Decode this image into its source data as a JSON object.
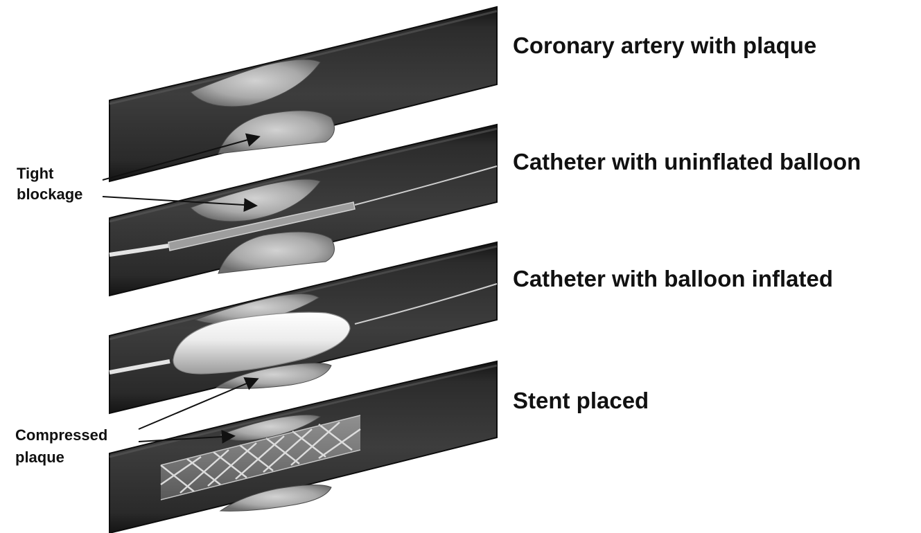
{
  "stages": [
    {
      "id": "plaque",
      "label": "Coronary artery with plaque"
    },
    {
      "id": "uninflated",
      "label": "Catheter with uninflated balloon"
    },
    {
      "id": "inflated",
      "label": "Catheter with balloon inflated"
    },
    {
      "id": "stent",
      "label": "Stent placed"
    }
  ],
  "callouts": {
    "tight_blockage": {
      "line1": "Tight",
      "line2": "blockage"
    },
    "compressed_plaque": {
      "line1": "Compressed",
      "line2": "plaque"
    }
  },
  "colors": {
    "vessel_wall": "#1e1e1e",
    "vessel_inner": "#3a3a3a",
    "plaque": "#b8b8b8",
    "balloon": "#e6e6e6",
    "stent_mesh": "#dcdcdc",
    "text": "#111111"
  }
}
